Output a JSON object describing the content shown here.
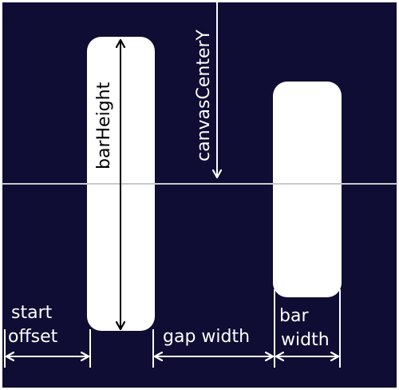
{
  "colors": {
    "background": "#0f0d33",
    "bar": "#ffffff",
    "center_line": "#c9c9c9",
    "annotation": "#ffffff"
  },
  "labels": {
    "canvas_center_y": "canvasCenterY",
    "bar_height": "barHeight",
    "start_offset_line1": "start",
    "start_offset_line2": "offset",
    "gap_width": "gap width",
    "bar_width_line1": "bar",
    "bar_width_line2": "width"
  }
}
